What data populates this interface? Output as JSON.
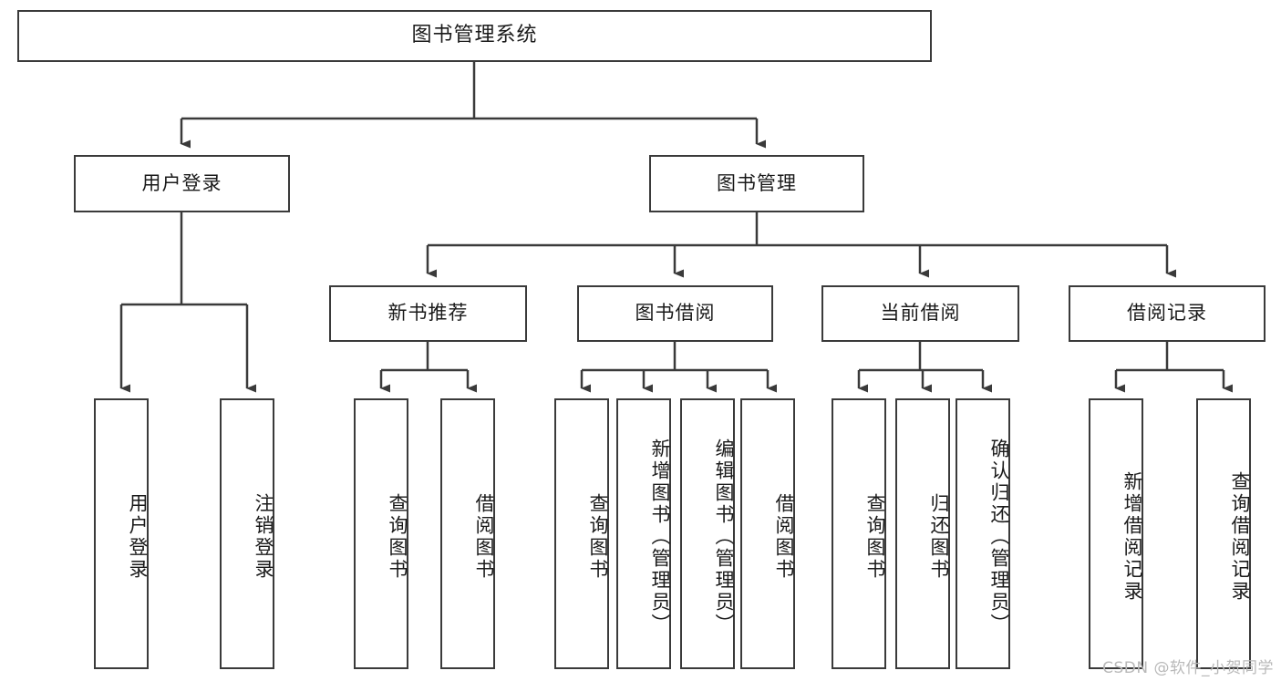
{
  "diagram": {
    "title": "图书管理系统",
    "root": {
      "label": "图书管理系统"
    },
    "level2": [
      {
        "label": "用户登录"
      },
      {
        "label": "图书管理"
      }
    ],
    "level3": [
      {
        "label": "新书推荐"
      },
      {
        "label": "图书借阅"
      },
      {
        "label": "当前借阅"
      },
      {
        "label": "借阅记录"
      }
    ],
    "leaves": {
      "user_login": [
        {
          "label": "用户登录"
        },
        {
          "label": "注销登录"
        }
      ],
      "new_book_recommend": [
        {
          "label": "查询图书"
        },
        {
          "label": "借阅图书"
        }
      ],
      "book_borrow": [
        {
          "label": "查询图书"
        },
        {
          "label": "新增图书（管理员）"
        },
        {
          "label": "编辑图书（管理员）"
        },
        {
          "label": "借阅图书"
        }
      ],
      "current_borrow": [
        {
          "label": "查询图书"
        },
        {
          "label": "归还图书"
        },
        {
          "label": "确认归还（管理员）"
        }
      ],
      "borrow_records": [
        {
          "label": "新增借阅记录"
        },
        {
          "label": "查询借阅记录"
        }
      ]
    }
  },
  "watermark": {
    "text": "CSDN @软件_小贺同学"
  },
  "colors": {
    "border": "#3a3a3a",
    "background": "#ffffff",
    "text": "#1a1a1a",
    "watermark": "#b9b9b9"
  }
}
